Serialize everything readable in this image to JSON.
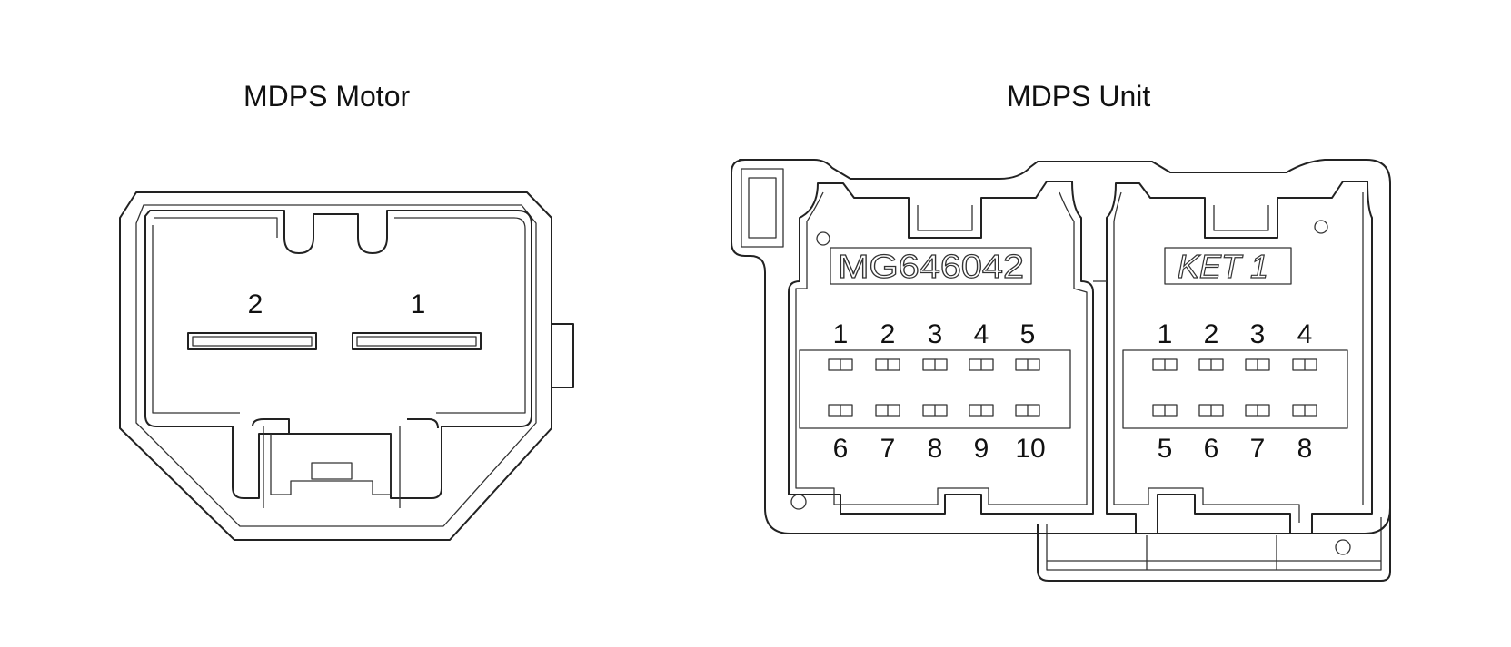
{
  "motor": {
    "title": "MDPS Motor",
    "pins": [
      "2",
      "1"
    ]
  },
  "unit": {
    "title": "MDPS Unit",
    "connector_a": {
      "marking": "MG646042",
      "top_pins": [
        "1",
        "2",
        "3",
        "4",
        "5"
      ],
      "bottom_pins": [
        "6",
        "7",
        "8",
        "9",
        "10"
      ]
    },
    "connector_b": {
      "marking": "KET  1",
      "top_pins": [
        "1",
        "2",
        "3",
        "4"
      ],
      "bottom_pins": [
        "5",
        "6",
        "7",
        "8"
      ]
    }
  }
}
